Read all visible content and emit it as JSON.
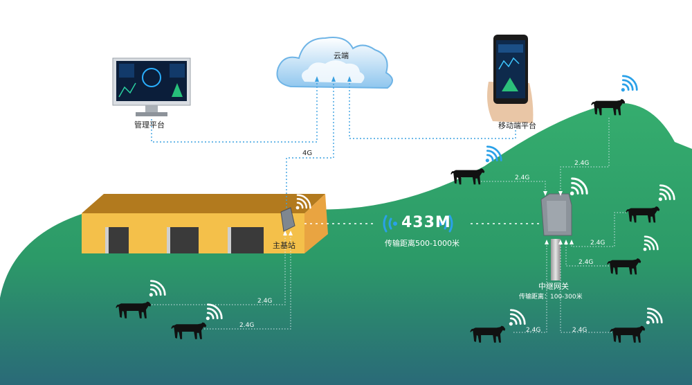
{
  "labels": {
    "cloud": "云端",
    "management": "管理平台",
    "mobile": "移动端平台",
    "base_station": "主基站",
    "relay_gateway": "中继网关",
    "relay_range": "传输距离：100-300米",
    "link_433": "433M",
    "link_433_range": "传输距离500-1000米",
    "link_4g": "4G",
    "link_24g": "2.4G"
  },
  "colors": {
    "hill_top": "#2fa66a",
    "hill_bottom": "#2a6f7a",
    "barn_wall": "#f4c04a",
    "barn_roof": "#b27a1e",
    "barn_side": "#e9a441",
    "dotted_line": "#3aa0e0",
    "wifi": "#2aa1e8",
    "cow": "#111111"
  }
}
